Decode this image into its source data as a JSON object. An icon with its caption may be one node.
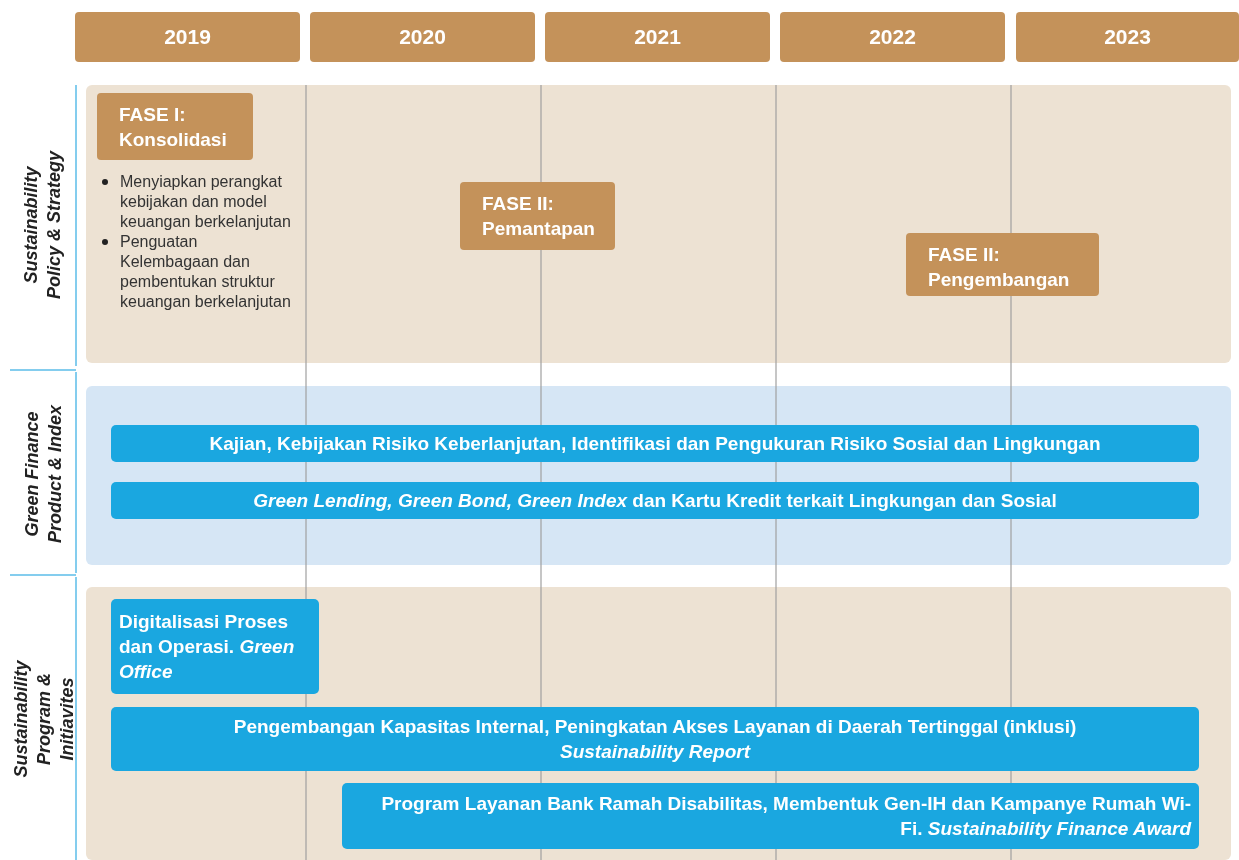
{
  "diagram": {
    "nodes": [
      {
        "text": [
          "2019"
        ]
      },
      {
        "text": [
          "2020"
        ]
      },
      {
        "text": [
          "2021"
        ]
      },
      {
        "text": [
          "2022"
        ]
      },
      {
        "text": [
          "2023"
        ]
      },
      {
        "text": [
          "Sustainability Policy & Strategy"
        ]
      },
      {
        "text": [
          "FASE I: Konsolidasi"
        ],
        "in": 5
      },
      {
        "text": [
          "FASE II: Pemantapan"
        ],
        "in": 5
      },
      {
        "text": [
          "FASE II: Pengembangan"
        ],
        "in": 5
      },
      {
        "text": [
          "Green Finance Product & Index"
        ]
      },
      {
        "text": [
          "Kajian, Kebijakan Risiko Keberlanjutan, Identifikasi dan Pengukuran Risiko Sosial dan Lingkungan"
        ],
        "in": 9
      },
      {
        "text": [
          "*Green Lending, Green Bond, Green Index* dan Kartu Kredit terkait Lingkungan dan Sosial"
        ],
        "in": 9
      },
      {
        "text": [
          "Sustainability Program & Initiavites"
        ]
      },
      {
        "text": [
          "Digitalisasi Proses dan Operasi. *Green Office*"
        ],
        "in": 12
      },
      {
        "text": [
          "Pengembangan Kapasitas Internal, Peningkatan Akses Layanan di Daerah Tertinggal (inklusi) *Sustainability Report*"
        ],
        "in": 12
      },
      {
        "text": [
          "Program Layanan Bank Ramah Disabilitas, Membentuk Gen-IH dan Kampanye Rumah Wi-Fi. *Sustainability Finance Award*"
        ],
        "in": 12
      }
    ],
    "labels": [
      "Menyiapkan perangkat kebijakan dan model keuangan berkelanjutan",
      "Penguatan Kelembagaan dan pembentukan struktur keuangan berkelanjutan"
    ]
  }
}
